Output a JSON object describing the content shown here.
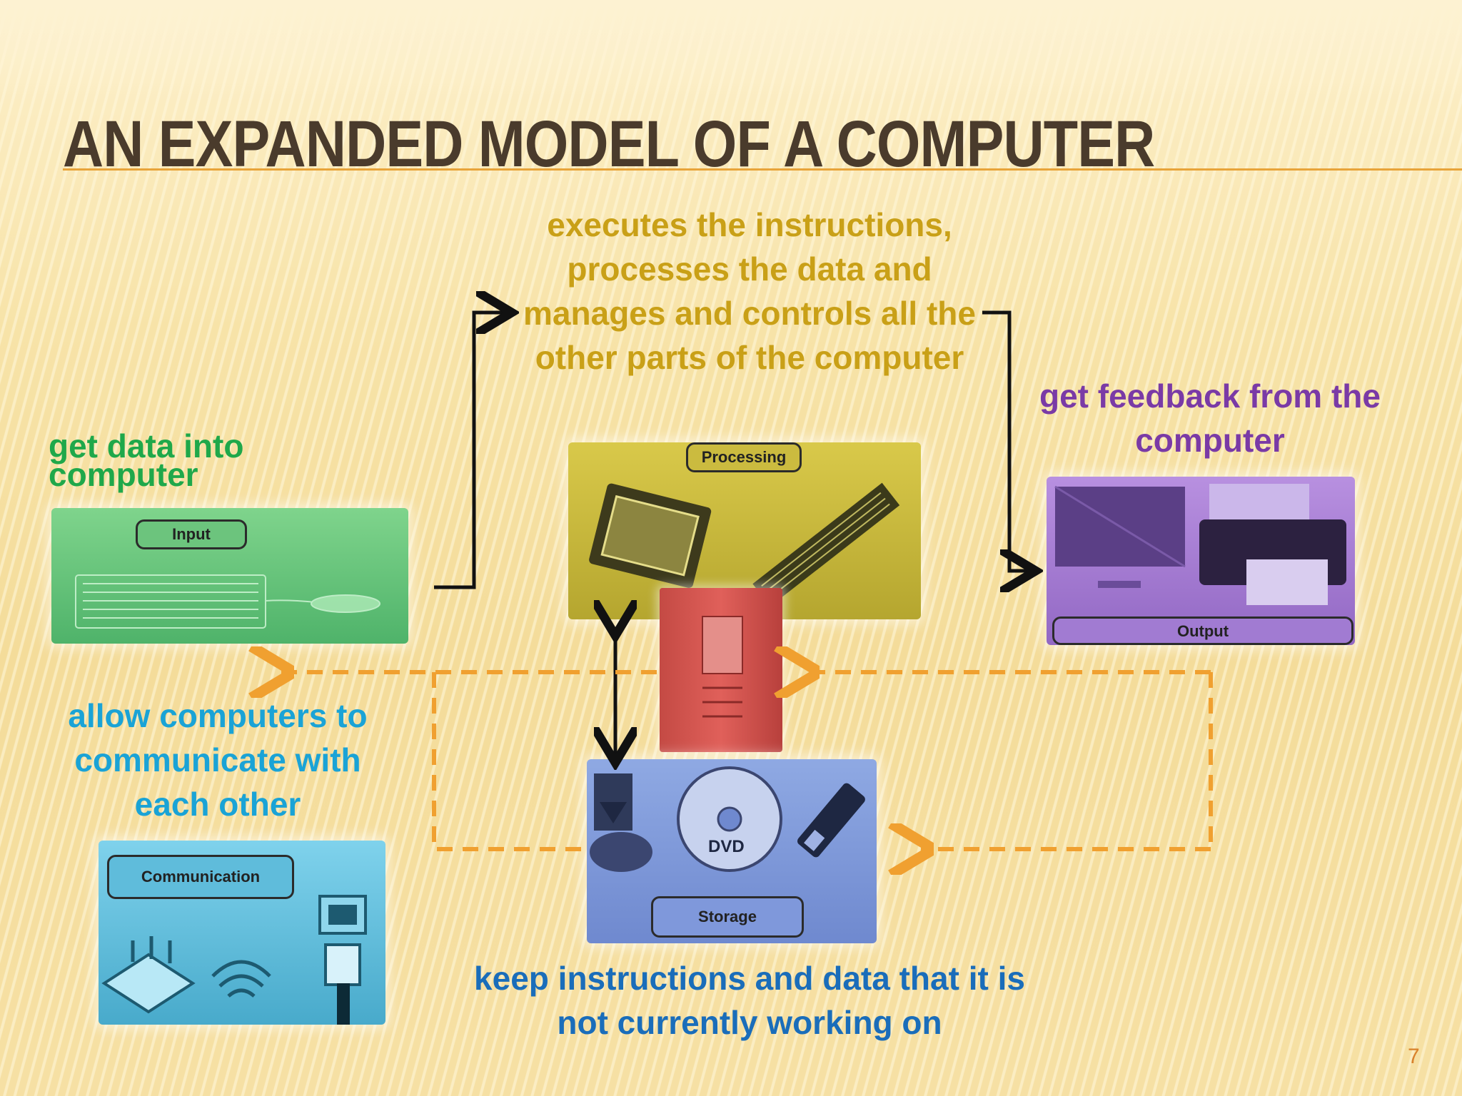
{
  "slide": {
    "title": "AN EXPANDED MODEL OF A COMPUTER",
    "page_number": "7"
  },
  "labels": {
    "processing": "executes the instructions, processes the data and manages and controls all the other parts of the computer",
    "output": "get feedback from the computer",
    "input": "get data into computer",
    "communication": "allow computers to communicate with each other",
    "storage": "keep instructions and data that it is not currently working on"
  },
  "boxes": {
    "input_tag": "Input",
    "processing_tag": "Processing",
    "output_tag": "Output",
    "storage_tag": "Storage",
    "communication_tag": "Communication",
    "dvd_label": "DVD"
  },
  "colors": {
    "title": "#4a3b2c",
    "processing": "#c9a017",
    "output": "#7a3aa6",
    "input": "#1fa84a",
    "communication": "#1aa3d6",
    "storage": "#1a6dba",
    "dashed_arrow": "#f0a030",
    "solid_arrow": "#111111"
  }
}
